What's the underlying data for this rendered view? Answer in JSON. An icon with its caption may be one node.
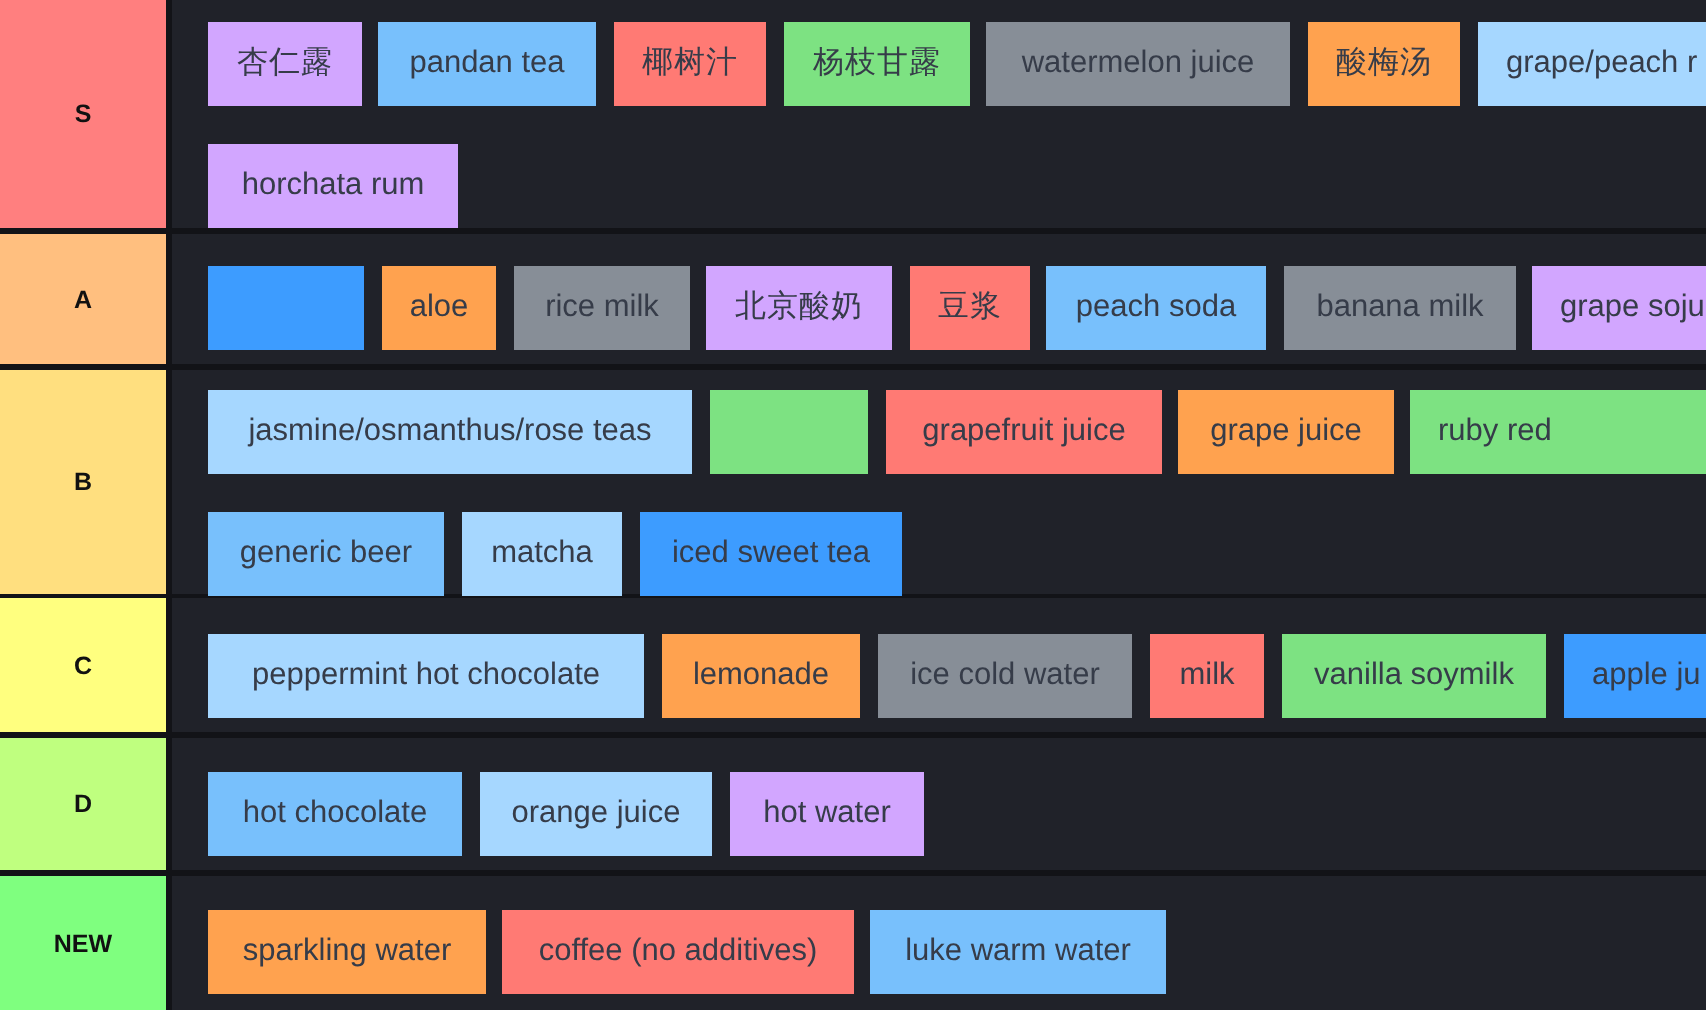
{
  "diagram": {
    "nodes": [
      {
        "text": [
          "S"
        ]
      },
      {
        "text": [
          "杏仁露"
        ],
        "in": 0
      },
      {
        "text": [
          "pandan tea"
        ],
        "in": 0
      },
      {
        "text": [
          "椰树汁"
        ],
        "in": 0
      },
      {
        "text": [
          "杨枝甘露"
        ],
        "in": 0
      },
      {
        "text": [
          "watermelon juice"
        ],
        "in": 0
      },
      {
        "text": [
          "酸梅汤"
        ],
        "in": 0
      },
      {
        "text": [
          "grape/peach r"
        ],
        "in": 0
      },
      {
        "text": [
          "horchata rum"
        ],
        "in": 0
      },
      {
        "text": [
          "A"
        ]
      },
      {
        "text": [],
        "shape": "box",
        "in": 9
      },
      {
        "text": [
          "aloe"
        ],
        "in": 9
      },
      {
        "text": [
          "rice milk"
        ],
        "in": 9
      },
      {
        "text": [
          "北京酸奶"
        ],
        "in": 9
      },
      {
        "text": [
          "豆浆"
        ],
        "in": 9
      },
      {
        "text": [
          "peach soda"
        ],
        "in": 9
      },
      {
        "text": [
          "banana milk"
        ],
        "in": 9
      },
      {
        "text": [
          "grape soju"
        ],
        "in": 9
      },
      {
        "text": [
          "B"
        ]
      },
      {
        "text": [
          "jasmine/osmanthus/rose teas"
        ],
        "in": 18
      },
      {
        "text": [],
        "shape": "box",
        "in": 18
      },
      {
        "text": [
          "grapefruit juice"
        ],
        "in": 18
      },
      {
        "text": [
          "grape juice"
        ],
        "in": 18
      },
      {
        "text": [
          "ruby red"
        ],
        "in": 18
      },
      {
        "text": [
          "generic beer"
        ],
        "in": 18
      },
      {
        "text": [
          "matcha"
        ],
        "in": 18
      },
      {
        "text": [
          "iced sweet tea"
        ],
        "in": 18
      },
      {
        "text": [
          "C"
        ]
      },
      {
        "text": [
          "peppermint hot chocolate"
        ],
        "in": 27
      },
      {
        "text": [
          "lemonade"
        ],
        "in": 27
      },
      {
        "text": [
          "ice cold water"
        ],
        "in": 27
      },
      {
        "text": [
          "milk"
        ],
        "in": 27
      },
      {
        "text": [
          "vanilla soymilk"
        ],
        "in": 27
      },
      {
        "text": [
          "apple ju"
        ],
        "in": 27
      },
      {
        "text": [
          "D"
        ]
      },
      {
        "text": [
          "hot chocolate"
        ],
        "in": 34
      },
      {
        "text": [
          "orange juice"
        ],
        "in": 34
      },
      {
        "text": [
          "hot water"
        ],
        "in": 34
      },
      {
        "text": [
          "NEW"
        ]
      },
      {
        "text": [
          "sparkling water"
        ],
        "in": 38
      },
      {
        "text": [
          "coffee (no additives)"
        ],
        "in": 38
      },
      {
        "text": [
          "luke warm water"
        ],
        "in": 38
      }
    ]
  }
}
